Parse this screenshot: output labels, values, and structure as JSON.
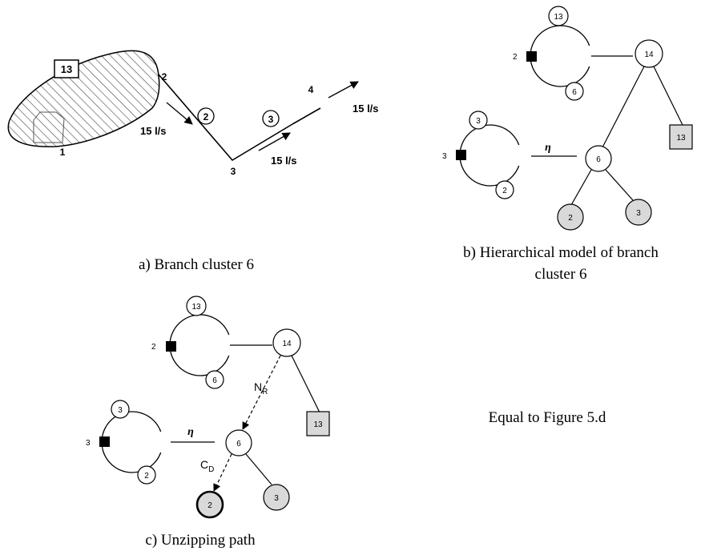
{
  "panel_a": {
    "box_label": "13",
    "node_labels": [
      "1",
      "2",
      "3",
      "4"
    ],
    "circle_labels": [
      "2",
      "3"
    ],
    "flow_labels": [
      "15 l/s",
      "15 l/s",
      "15 l/s"
    ],
    "caption": "a) Branch cluster 6"
  },
  "panel_b": {
    "upper_ring": {
      "top": "13",
      "bottom": "6",
      "side": "2"
    },
    "lower_ring": {
      "top": "3",
      "bottom": "2",
      "side": "3"
    },
    "eta": "η",
    "nodes": {
      "n14": "14",
      "n13": "13",
      "n6": "6",
      "n2": "2",
      "n3": "3"
    },
    "caption_line1": "b) Hierarchical model of branch",
    "caption_line2": "cluster 6"
  },
  "panel_c": {
    "upper_ring": {
      "top": "13",
      "bottom": "6",
      "side": "2"
    },
    "lower_ring": {
      "top": "3",
      "bottom": "2",
      "side": "3"
    },
    "eta": "η",
    "nodes": {
      "n14": "14",
      "n13": "13",
      "n6": "6",
      "n2": "2",
      "n3": "3"
    },
    "nr_main": "N",
    "nr_sub": "R",
    "cd_main": "C",
    "cd_sub": "D",
    "caption": "c) Unzipping path"
  },
  "note": "Equal to Figure 5.d",
  "colors": {
    "gray_fill": "#d9d9d9",
    "black": "#000000"
  }
}
